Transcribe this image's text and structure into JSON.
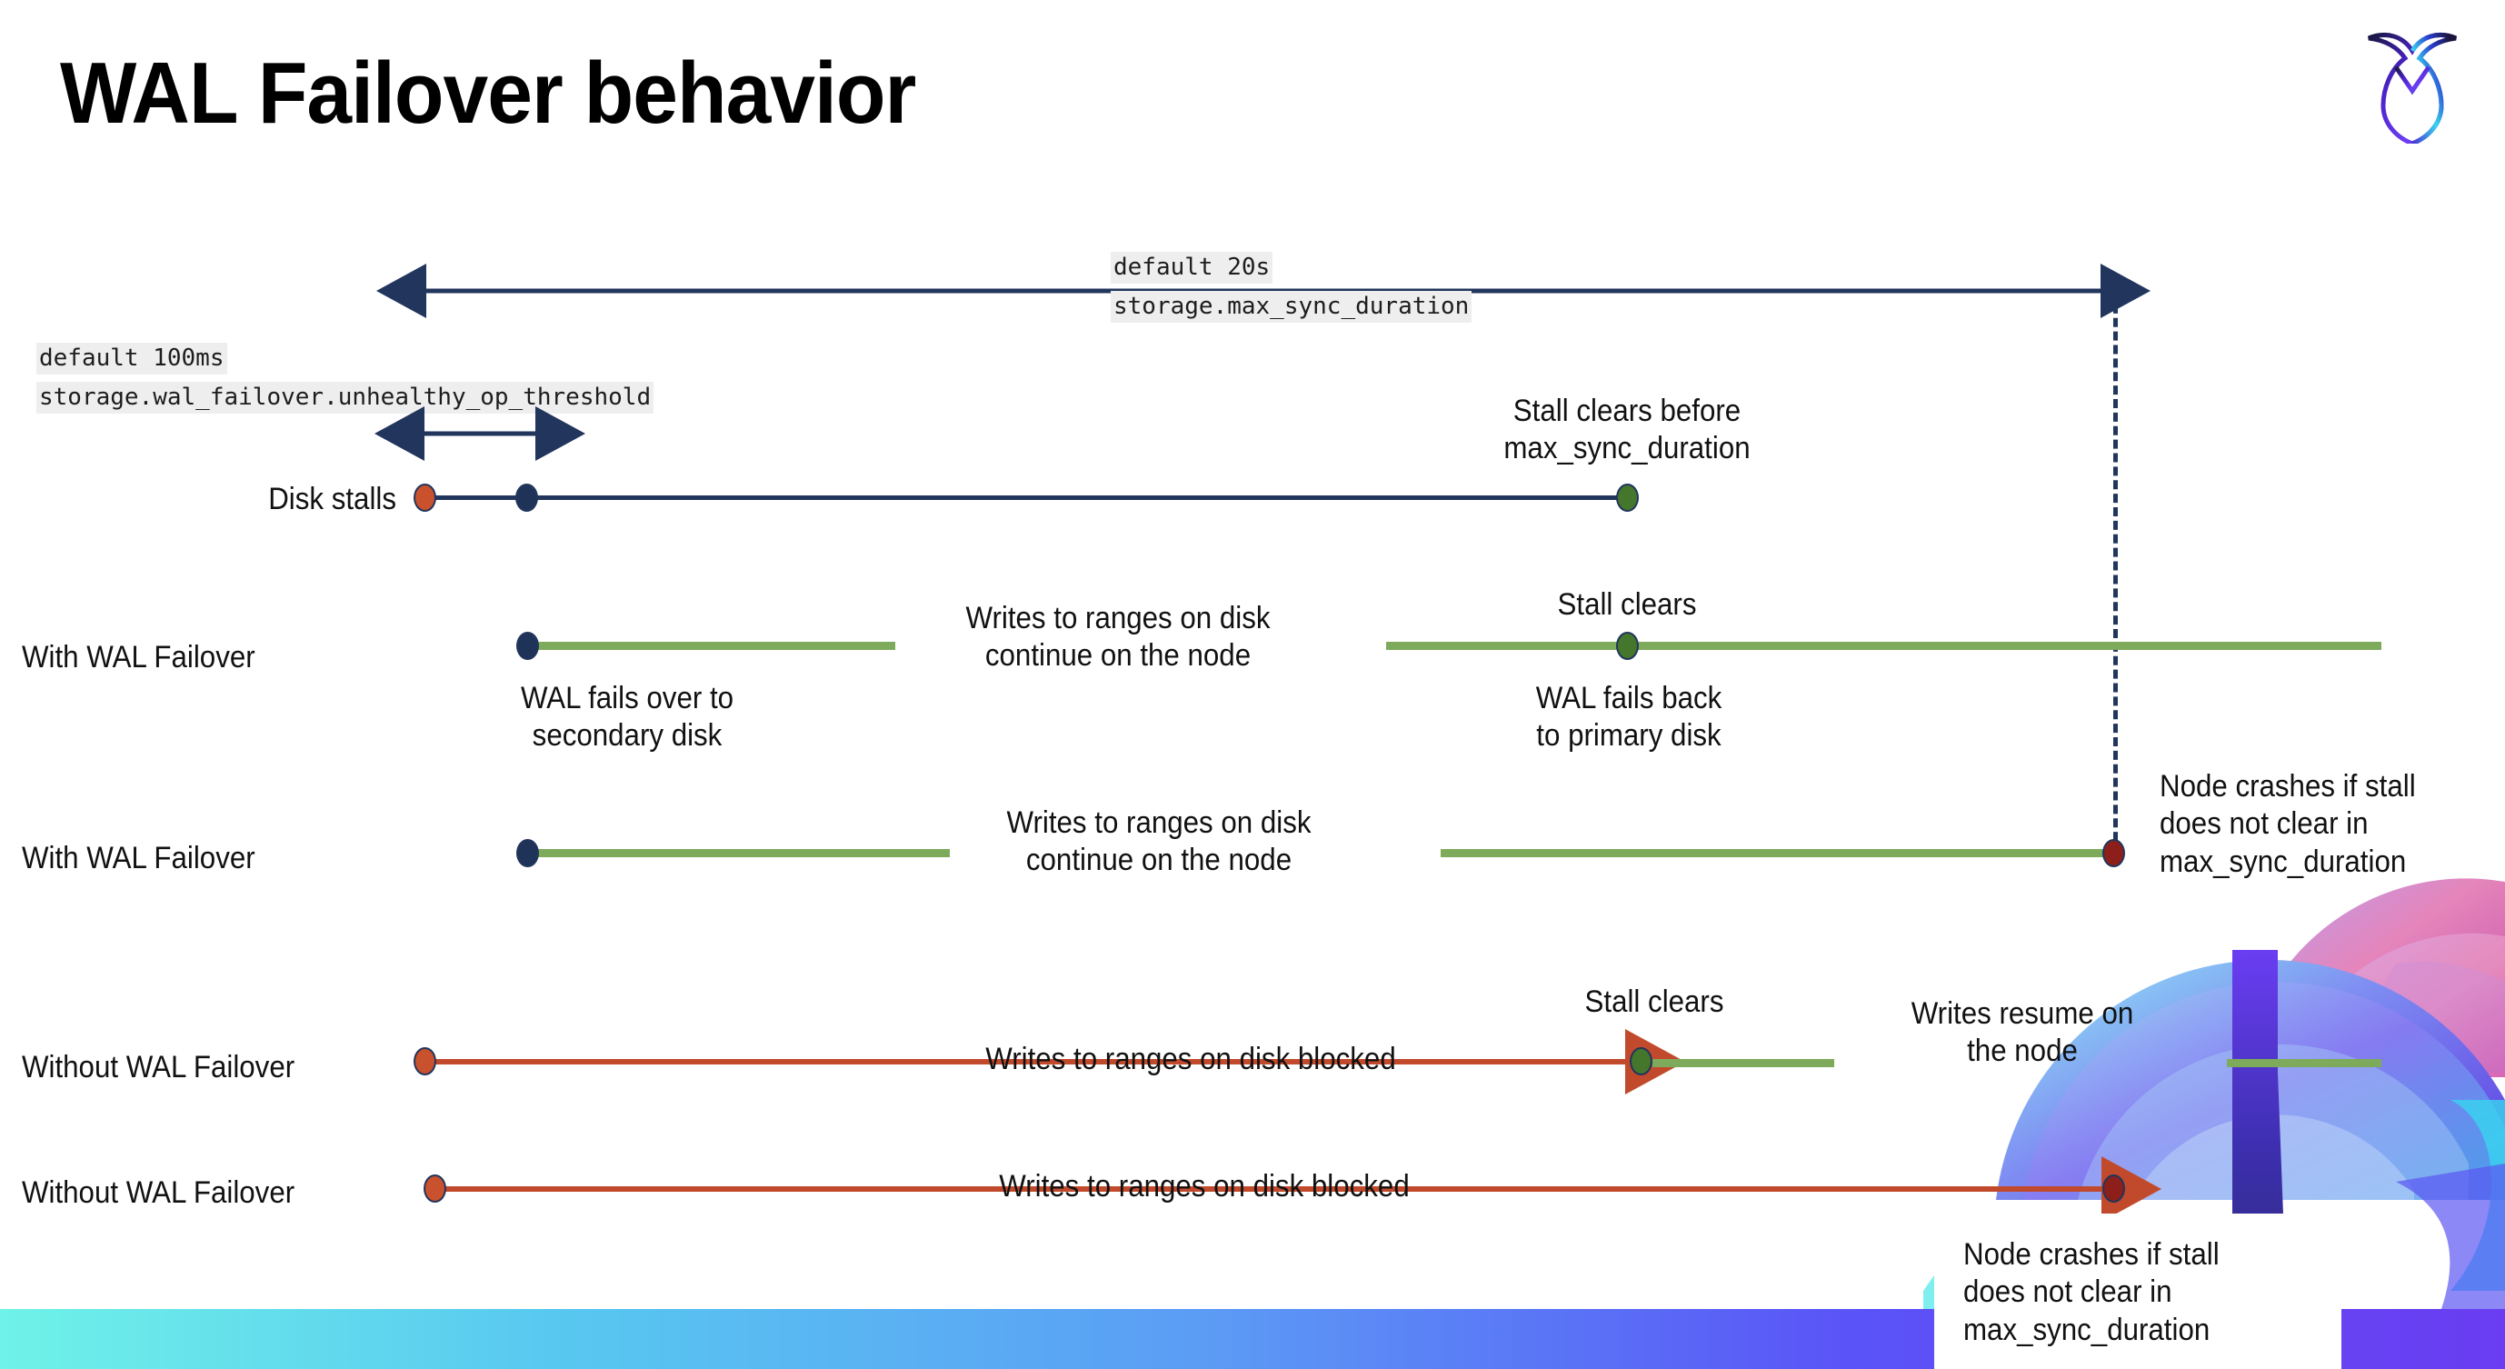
{
  "slide": {
    "title": "WAL Failover behavior",
    "logo_name": "cockroachdb-logo"
  },
  "settings": {
    "max_sync": {
      "default_line": "default 20s",
      "name_line": "storage.max_sync_duration"
    },
    "unhealthy": {
      "default_line": "default 100ms",
      "name_line": "storage.wal_failover.unhealthy_op_threshold"
    }
  },
  "rows": [
    {
      "id": "disk-stalls",
      "label": "Disk stalls",
      "notes": [
        {
          "id": "stall-clears-before",
          "text": "Stall clears before\nmax_sync_duration"
        }
      ]
    },
    {
      "id": "with-wal-failover-1",
      "label": "With WAL Failover",
      "notes": [
        {
          "id": "writes-continue",
          "text": "Writes to ranges on disk\ncontinue on the node"
        },
        {
          "id": "wal-fails-over",
          "text": "WAL fails over to\nsecondary disk"
        },
        {
          "id": "stall-clears",
          "text": "Stall clears"
        },
        {
          "id": "wal-fails-back",
          "text": "WAL fails  back\nto primary disk"
        }
      ]
    },
    {
      "id": "with-wal-failover-2",
      "label": "With WAL Failover",
      "notes": [
        {
          "id": "writes-continue-2",
          "text": "Writes to ranges on disk\ncontinue on the node"
        },
        {
          "id": "node-crashes-1",
          "text": "Node crashes if stall\ndoes not clear in\nmax_sync_duration"
        }
      ]
    },
    {
      "id": "without-wal-failover-1",
      "label": "Without WAL Failover",
      "notes": [
        {
          "id": "writes-blocked-1",
          "text": "Writes to ranges on disk  blocked"
        },
        {
          "id": "stall-clears-2",
          "text": "Stall clears"
        },
        {
          "id": "writes-resume",
          "text": "Writes resume on\nthe node"
        }
      ]
    },
    {
      "id": "without-wal-failover-2",
      "label": "Without WAL Failover",
      "notes": [
        {
          "id": "writes-blocked-2",
          "text": "Writes to ranges on disk  blocked"
        },
        {
          "id": "node-crashes-2",
          "text": "Node crashes if stall\ndoes not clear in\nmax_sync_duration"
        }
      ]
    }
  ],
  "colors": {
    "navy": "#22355c",
    "green_line": "#7dab5b",
    "red_line": "#c24a2c",
    "dot_red": "#c9512d",
    "dot_green": "#44762c",
    "dot_dark_red": "#8d1f1a",
    "code_bg": "#eeeeee"
  }
}
